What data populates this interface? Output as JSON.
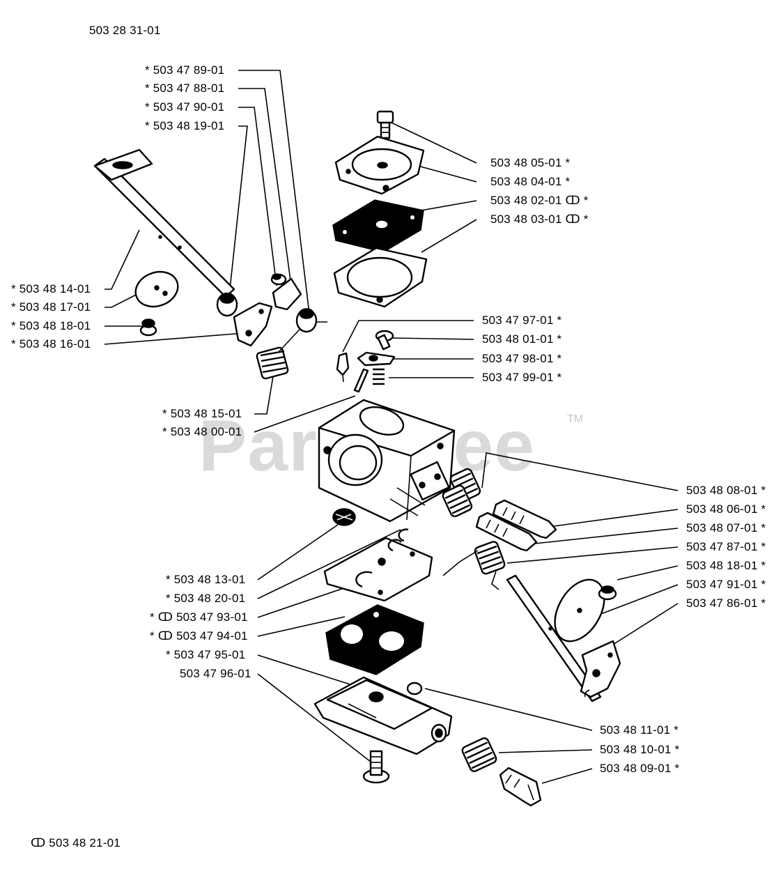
{
  "header": {
    "assembly_number": "503 28 31-01"
  },
  "footer": {
    "kit_note": "ↀ 503 48 21-01"
  },
  "watermark": {
    "brand": "PartsTree",
    "trademark": "TM",
    "color": "#d4d4d4"
  },
  "callouts_left": [
    "*  503 47 89-01",
    "*  503 47 88-01",
    "*  503 47 90-01",
    "*  503 48 19-01",
    "*  503 48 14-01",
    "*  503 48 17-01",
    "*  503 48 18-01",
    "*  503 48 16-01",
    "*  503 48 15-01",
    "*  503 48 00-01",
    "*  503 48 13-01",
    "*  503 48 20-01",
    "*  ↀ 503 47 93-01",
    "*  ↀ 503 47 94-01",
    "*  503 47 95-01",
    "503 47 96-01"
  ],
  "callouts_right": [
    "503 48 05-01  *",
    "503 48 04-01  *",
    "503 48 02-01  ↀ  *",
    "503 48 03-01  ↀ  *",
    "503 47 97-01  *",
    "503 48 01-01  *",
    "503 47 98-01  *",
    "503 47 99-01  *",
    "503 48 08-01  *",
    "503 48 06-01  *",
    "503 48 07-01  *",
    "503 47 87-01  *",
    "503 48 18-01  *",
    "503 47 91-01  *",
    "503 47 86-01  *",
    "503 48 11-01  *",
    "503 48 10-01  *",
    "503 48 09-01  *"
  ]
}
